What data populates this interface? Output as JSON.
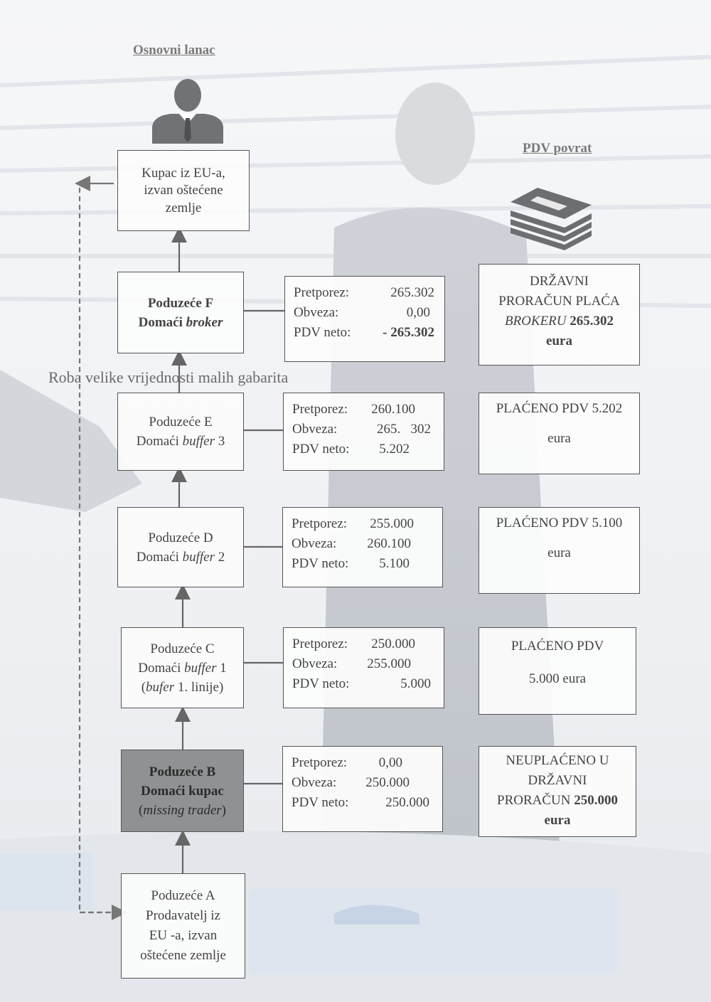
{
  "headers": {
    "main_chain": "Osnovni lanac",
    "vat_refund": "PDV povrat"
  },
  "note": "Roba velike vrijednosti malih gabarita",
  "icons": {
    "buyer": "businessman-icon",
    "refund": "cash-stack-icon"
  },
  "colors": {
    "dark_box": "#8f9193",
    "border": "#555555",
    "text": "#444444"
  },
  "chain": {
    "buyer_eu": {
      "l1": "Kupac iz EU-a,",
      "l2": "izvan oštećene",
      "l3": "zemlje"
    },
    "f": {
      "l1": "Poduzeće F",
      "l2a": "Domaći ",
      "l2b": "broker"
    },
    "e": {
      "l1": "Poduzeće E",
      "l2a": "Domaći ",
      "l2b": "buffer",
      "l2c": " 3"
    },
    "d": {
      "l1": "Poduzeće D",
      "l2a": "Domaći ",
      "l2b": "buffer",
      "l2c": " 2"
    },
    "c": {
      "l1": "Poduzeće C",
      "l2a": "Domaći ",
      "l2b": "buffer",
      "l2c": " 1",
      "l3a": "(",
      "l3b": "bufer",
      "l3c": " 1. linije)"
    },
    "b": {
      "l1": "Poduzeće B",
      "l2": "Domaći kupac",
      "l3a": "(",
      "l3b": "missing trader",
      "l3c": ")"
    },
    "a": {
      "l1": "Poduzeće A",
      "l2": "Prodavatelj iz",
      "l3": "EU -a, izvan",
      "l4": "oštećene zemlje"
    }
  },
  "vat_boxes": {
    "f": {
      "pretporez_label": "Pretporez:",
      "pretporez": "265.302",
      "obveza_label": "Obveza:",
      "obveza": "0,00",
      "neto_label": "PDV neto:",
      "neto": "- 265.302"
    },
    "e": {
      "pretporez_label": "Pretporez:",
      "pretporez": "260.100",
      "obveza_label": "Obveza:",
      "obveza": "265.   302",
      "neto_label": "PDV neto:",
      "neto": "5.202"
    },
    "d": {
      "pretporez_label": "Pretporez:",
      "pretporez": "255.000",
      "obveza_label": "Obveza:",
      "obveza": "260.100",
      "neto_label": "PDV neto:",
      "neto": "5.100"
    },
    "c": {
      "pretporez_label": "Pretporez:",
      "pretporez": "250.000",
      "obveza_label": "Obveza:",
      "obveza": "255.000",
      "neto_label": "PDV neto:",
      "neto": "5.000"
    },
    "b": {
      "pretporez_label": "Pretporez:",
      "pretporez": "0,00",
      "obveza_label": "Obveza:",
      "obveza": "250.000",
      "neto_label": "PDV neto:",
      "neto": "250.000"
    }
  },
  "results": {
    "f": {
      "l1": "DRŽAVNI",
      "l2": "PRORAČUN PLAĆA",
      "l3a": "BROKERU",
      "l3b": " 265.302",
      "l4": "eura"
    },
    "e": {
      "l1": "PLAĆENO PDV 5.202",
      "l2": "eura"
    },
    "d": {
      "l1": "PLAĆENO PDV 5.100",
      "l2": "eura"
    },
    "c": {
      "l1": "PLAĆENO PDV",
      "l2": "5.000 eura"
    },
    "b": {
      "l1": "NEUPLAĆENO U",
      "l2": "DRŽAVNI",
      "l3a": "PRORAČUN ",
      "l3b": "250.000",
      "l4": "eura"
    }
  }
}
